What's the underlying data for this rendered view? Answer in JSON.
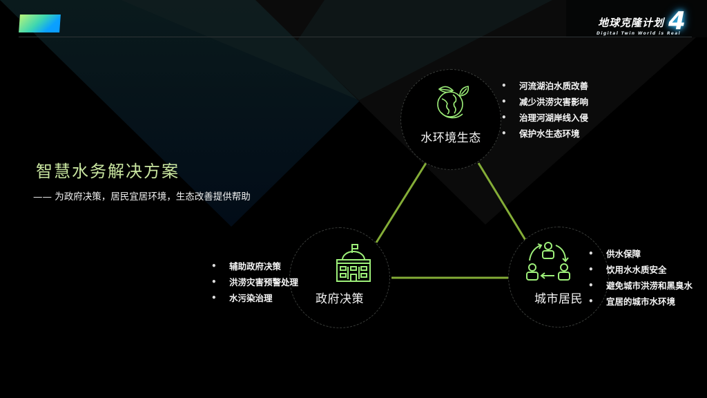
{
  "header": {
    "logo": {
      "title": "地球克隆计划",
      "subtitle": "Digital Twin World is Real",
      "number": "4"
    }
  },
  "main": {
    "title": "智慧水务解决方案",
    "subtitle": "—— 为政府决策，居民宜居环境，生态改善提供帮助"
  },
  "colors": {
    "accent_green": "#8fbf3a",
    "icon_green": "#9ef07a",
    "title_green": "#c9e6a0"
  },
  "nodes": [
    {
      "label": "水环境生态",
      "icon": "earth-leaves-icon",
      "bullets": [
        "河流湖泊水质改善",
        "减少洪涝灾害影响",
        "治理河湖岸线入侵",
        "保护水生态环境"
      ]
    },
    {
      "label": "政府决策",
      "icon": "government-building-icon",
      "bullets": [
        "辅助政府决策",
        "洪涝灾害预警处理",
        "水污染治理"
      ]
    },
    {
      "label": "城市居民",
      "icon": "people-cycle-icon",
      "bullets": [
        "供水保障",
        "饮用水水质安全",
        "避免城市洪涝和黑臭水",
        "宜居的城市水环境"
      ]
    }
  ]
}
